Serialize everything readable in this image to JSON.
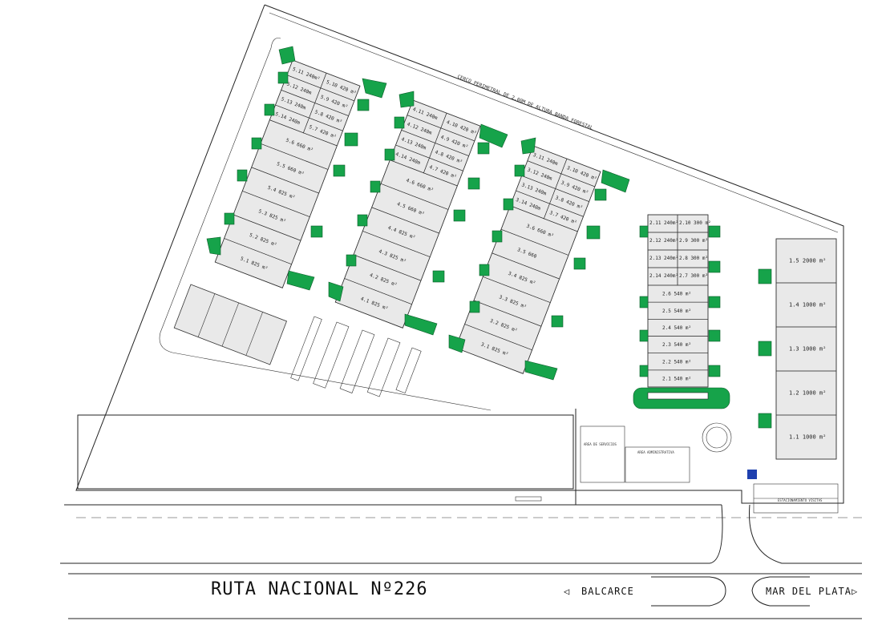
{
  "road": {
    "name": "RUTA NACIONAL Nº226",
    "left_destination": "BALCARCE",
    "right_destination": "MAR DEL PLATA",
    "left_arrow": "◁",
    "right_arrow": "▷"
  },
  "perimeter_label": "CERCO PERIMETRAL DE 2,00M DE ALTURA BANDA FORESTAL",
  "colors": {
    "green": "#16a34a",
    "building": "#e9e9e9",
    "line": "#222222"
  },
  "building5": [
    {
      "id": "5.11",
      "area": "240m²"
    },
    {
      "id": "5.10",
      "area": "420 m²"
    },
    {
      "id": "5.12",
      "area": "240m"
    },
    {
      "id": "5.9",
      "area": "420 m²"
    },
    {
      "id": "5.13",
      "area": "240m"
    },
    {
      "id": "5.8",
      "area": "420 m²"
    },
    {
      "id": "5.14",
      "area": "240m"
    },
    {
      "id": "5.7",
      "area": "420 m²"
    },
    {
      "id": "5.6",
      "area": "660 m²"
    },
    {
      "id": "5.5",
      "area": "660 m²"
    },
    {
      "id": "5.4",
      "area": "825 m²"
    },
    {
      "id": "5.3",
      "area": "825 m²"
    },
    {
      "id": "5.2",
      "area": "825 m²"
    },
    {
      "id": "5.1",
      "area": "825 m²"
    }
  ],
  "building4": [
    {
      "id": "4.11",
      "area": "240m"
    },
    {
      "id": "4.10",
      "area": "420 m²"
    },
    {
      "id": "4.12",
      "area": "240m"
    },
    {
      "id": "4.9",
      "area": "420 m²"
    },
    {
      "id": "4.13",
      "area": "240m"
    },
    {
      "id": "4.8",
      "area": "420 m²"
    },
    {
      "id": "4.14",
      "area": "240m"
    },
    {
      "id": "4.7",
      "area": "420 m²"
    },
    {
      "id": "4.6",
      "area": "660 m²"
    },
    {
      "id": "4.5",
      "area": "660 m²"
    },
    {
      "id": "4.4",
      "area": "825 m²"
    },
    {
      "id": "4.3",
      "area": "825 m²"
    },
    {
      "id": "4.2",
      "area": "825 m²"
    },
    {
      "id": "4.1",
      "area": "825 m²"
    }
  ],
  "building3": [
    {
      "id": "3.11",
      "area": "240m"
    },
    {
      "id": "3.10",
      "area": "420 m²"
    },
    {
      "id": "3.12",
      "area": "240m"
    },
    {
      "id": "3.9",
      "area": "420 m²"
    },
    {
      "id": "3.13",
      "area": "240m"
    },
    {
      "id": "3.8",
      "area": "420 m²"
    },
    {
      "id": "3.14",
      "area": "240m"
    },
    {
      "id": "3.7",
      "area": "420 m²"
    },
    {
      "id": "3.6",
      "area": "660 m²"
    },
    {
      "id": "3.5",
      "area": "660"
    },
    {
      "id": "3.4",
      "area": "825 m²"
    },
    {
      "id": "3.3",
      "area": "825 m²"
    },
    {
      "id": "3.2",
      "area": "825 m²"
    },
    {
      "id": "3.1",
      "area": "825 m²"
    }
  ],
  "building2": [
    {
      "left": "2.11 240m²",
      "right": "2.10 300 m²"
    },
    {
      "left": "2.12 240m²",
      "right": "2.9 300 m²"
    },
    {
      "left": "2.13 240m²",
      "right": "2.8 300 m²"
    },
    {
      "left": "2.14 240m²",
      "right": "2.7 300 m²"
    },
    {
      "full": "2.6 540 m²"
    },
    {
      "full": "2.5 540 m²"
    },
    {
      "full": "2.4 540 m²"
    },
    {
      "full": "2.3 540 m²"
    },
    {
      "full": "2.2 540 m²"
    },
    {
      "full": "2.1 540 m²"
    }
  ],
  "building1": [
    {
      "label": "1.5 2000 m²"
    },
    {
      "label": "1.4 1000 m²"
    },
    {
      "label": "1.3 1000 m²"
    },
    {
      "label": "1.2 1000 m²"
    },
    {
      "label": "1.1 1000 m²"
    }
  ],
  "small_labels": {
    "services_a": "AREA DE SERVICIOS",
    "services_b": "AREA ADMINISTRATIVA",
    "parking": "ESTACIONAMIENTO VISITAS"
  }
}
